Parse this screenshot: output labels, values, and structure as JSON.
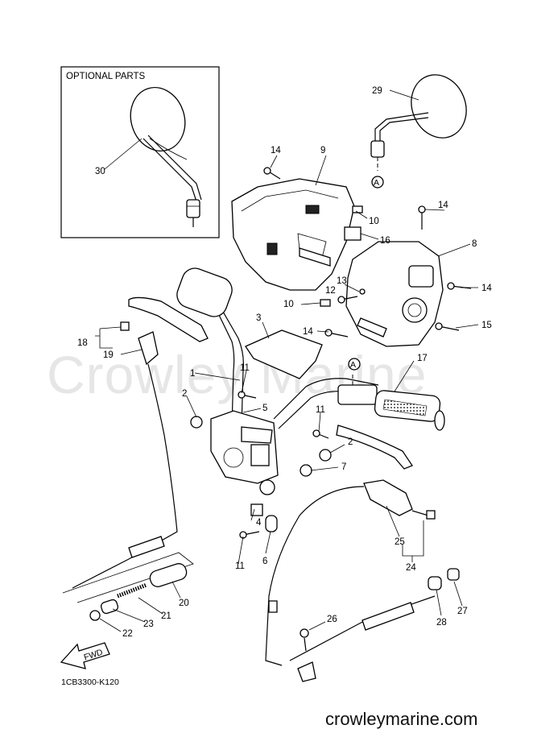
{
  "watermark": "Crowley Marine",
  "optional_box": {
    "title": "OPTIONAL PARTS"
  },
  "drawing_code": "1CB3300-K120",
  "website": "crowleymarine.com",
  "fwd_label": "FWD",
  "ref_letter": "A",
  "callouts": {
    "c1": "1",
    "c2a": "2",
    "c2b": "2",
    "c3": "3",
    "c4": "4",
    "c5": "5",
    "c6": "6",
    "c7": "7",
    "c8": "8",
    "c9": "9",
    "c10a": "10",
    "c10b": "10",
    "c11a": "11",
    "c11b": "11",
    "c11c": "11",
    "c12": "12",
    "c13": "13",
    "c14a": "14",
    "c14b": "14",
    "c14c": "14",
    "c14d": "14",
    "c15": "15",
    "c16": "16",
    "c17": "17",
    "c18": "18",
    "c19": "19",
    "c20": "20",
    "c21": "21",
    "c22": "22",
    "c23": "23",
    "c24": "24",
    "c25": "25",
    "c26": "26",
    "c27": "27",
    "c28": "28",
    "c29": "29",
    "c30": "30"
  }
}
